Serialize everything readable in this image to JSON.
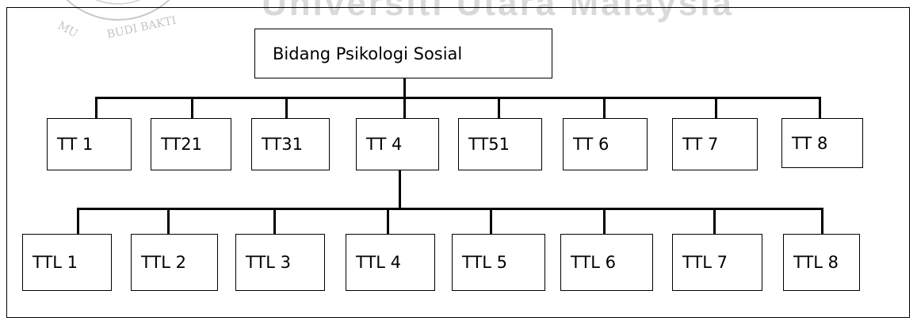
{
  "watermark": {
    "text": "Universiti Utara Malaysia"
  },
  "seal": {
    "arc_text": "BUDI BAKTI",
    "left_text": "MU"
  },
  "root": {
    "label": "Bidang Psikologi Sosial"
  },
  "level1": [
    {
      "label": "TT 1"
    },
    {
      "label": "TT21"
    },
    {
      "label": "TT31"
    },
    {
      "label": "TT 4"
    },
    {
      "label": "TT51"
    },
    {
      "label": "TT 6"
    },
    {
      "label": "TT 7"
    },
    {
      "label": "TT 8"
    }
  ],
  "level2": [
    {
      "label": "TTL 1"
    },
    {
      "label": "TTL 2"
    },
    {
      "label": "TTL 3"
    },
    {
      "label": "TTL 4"
    },
    {
      "label": "TTL 5"
    },
    {
      "label": "TTL 6"
    },
    {
      "label": "TTL 7"
    },
    {
      "label": "TTL 8"
    }
  ]
}
